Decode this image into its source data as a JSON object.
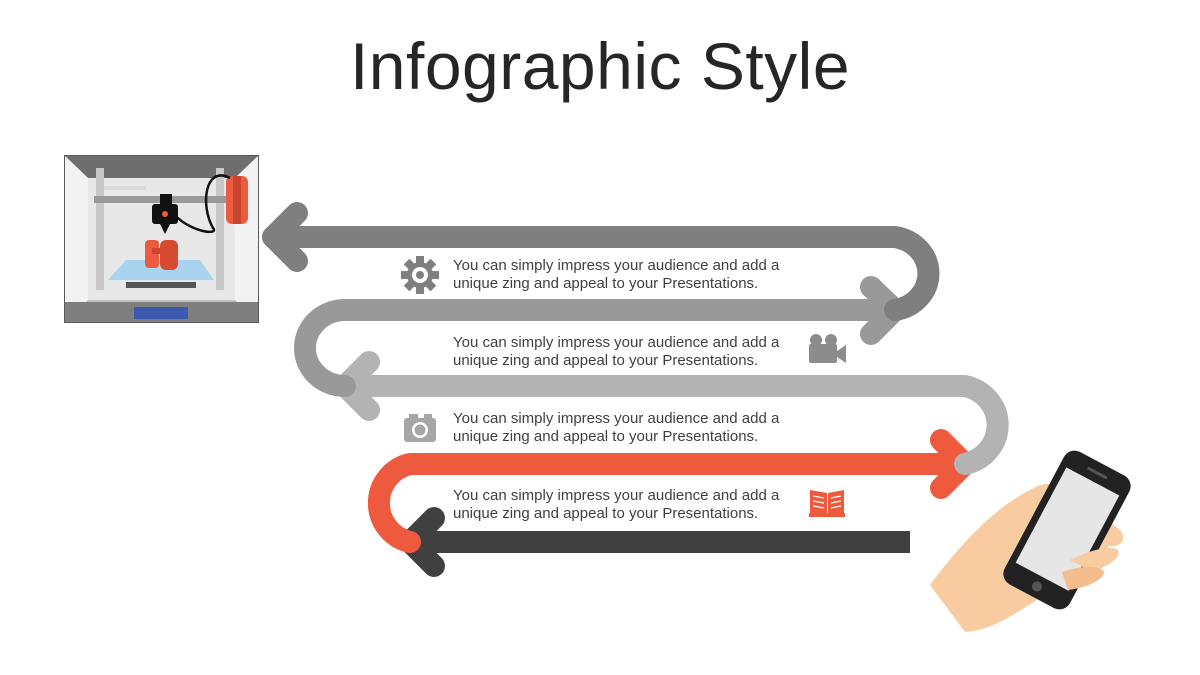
{
  "title": "Infographic Style",
  "steps": [
    {
      "line1": "You can simply impress your audience and add a",
      "line2": "unique zing and appeal to your Presentations.",
      "icon": "gear-icon",
      "color": "#7f7f7f"
    },
    {
      "line1": "You can simply impress your audience and add a",
      "line2": "unique zing and appeal to your Presentations.",
      "icon": "video-camera-icon",
      "color": "#8c8c8c"
    },
    {
      "line1": "You can simply impress your audience and add a",
      "line2": "unique zing and appeal to your Presentations.",
      "icon": "photo-camera-icon",
      "color": "#a6a6a6"
    },
    {
      "line1": "You can simply impress your audience and add a",
      "line2": "unique zing and appeal to your Presentations.",
      "icon": "book-icon",
      "color": "#ee5a3d"
    }
  ],
  "colors": {
    "arrow_1": "#7f7f7f",
    "arrow_2": "#999999",
    "arrow_3": "#b3b3b3",
    "arrow_4": "#ee5a3d",
    "arrow_5": "#404040",
    "accent": "#ee5a3d"
  }
}
